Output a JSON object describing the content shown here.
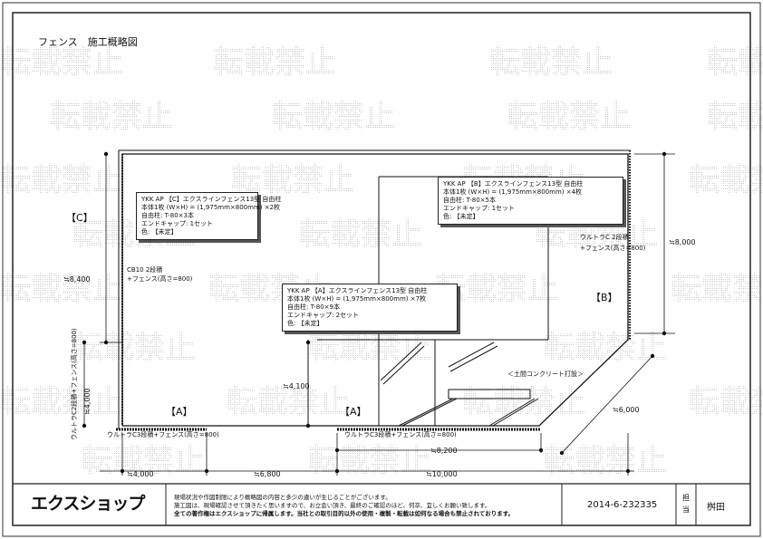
{
  "title": "フェンス　施工概略図",
  "watermark_text": "転載禁止",
  "notes": {
    "c": [
      "YKK AP 【C】エクスラインフェンス13型 自由柱",
      "本体1枚 (W×H) = (1,975mm×800mm) ×2枚",
      "自由柱: T-80×3本",
      "エンドキャップ: 1セット",
      "色: 【未定】"
    ],
    "b": [
      "YKK AP 【B】エクスラインフェンス13型 自由柱",
      "本体1枚 (W×H) = (1,975mm×800mm) ×4枚",
      "自由柱: T-80×5本",
      "エンドキャップ: 1セット",
      "色: 【未定】"
    ],
    "a": [
      "YKK AP 【A】エクスラインフェンス13型 自由柱",
      "本体1枚 (W×H) = (1,975mm×800mm) ×7枚",
      "自由柱: T-80×9本",
      "エンドキャップ: 2セット",
      "色: 【未定】"
    ]
  },
  "labels": {
    "c": "【C】",
    "b": "【B】",
    "a1": "【A】",
    "a2": "【A】",
    "cb10": "CB10 2段積",
    "cb10_fence": "+フェンス(高さ=800)",
    "ultra_right_1": "ウルトラC 2段積",
    "ultra_right_2": "+フェンス(高さ=800)",
    "ultra_left_1": "ウルトラC3段積+フェンス(高さ=800)",
    "ultra_left_2": "ウルトラC2段積+フェンス(高さ=800)",
    "ultra_bottom": "ウルトラC3段積+フェンス(高さ=800)",
    "concrete": "＜土間コンクリート打設＞"
  },
  "dims": {
    "d8400": "≒8,400",
    "d4000v": "≒4,000",
    "d4100": "≒4,100",
    "d8000": "≒8,000",
    "d6000": "≒6,000",
    "d8200": "≒8,200",
    "d4000h": "≒4,000",
    "d6800": "≒6,800",
    "d10000": "≒10,000"
  },
  "footer": {
    "logo": "エクスショップ",
    "notes": [
      "現場状況や作図制限により概略図の内容と多少の違いが生じることがございます。",
      "施工図は、現場確認させて頂きたく思いますので、お立会い頂き、最終のご確認のほど、何卒、宜しくお願い致します。",
      "全ての著作権はエクスショップに帰属します。当社との取引目的以外の使用・複製・転載は如何なる場合も禁止されております。"
    ],
    "doc_no": "2014-6-232335",
    "in_charge_label": "担当",
    "person": "桝田"
  }
}
